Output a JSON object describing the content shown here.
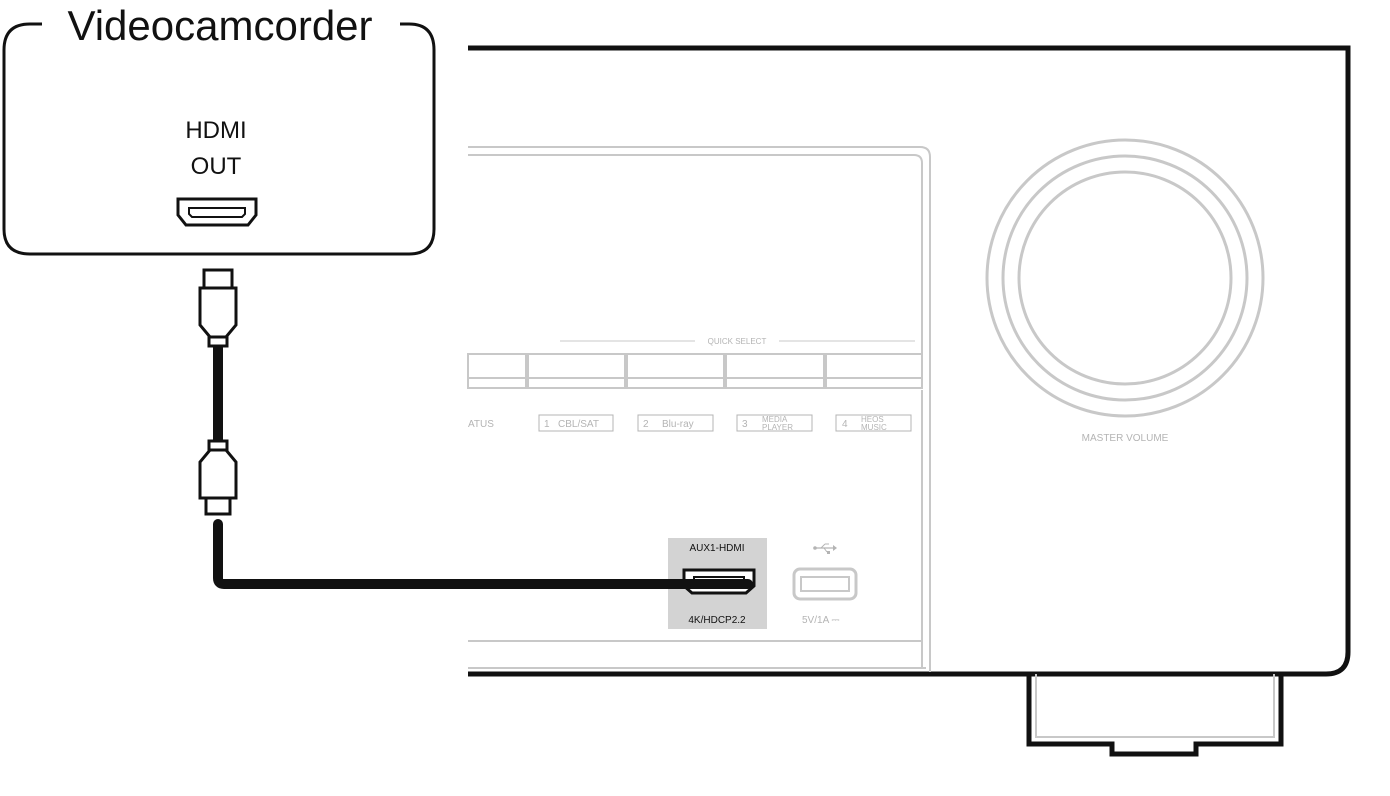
{
  "device": {
    "title": "Videocamcorder",
    "port_line1": "HDMI",
    "port_line2": "OUT"
  },
  "receiver": {
    "quick_select_label": "QUICK SELECT",
    "status_label": "ATUS",
    "quick_buttons": [
      {
        "num": "1",
        "label": "CBL/SAT",
        "line2": ""
      },
      {
        "num": "2",
        "label": "Blu-ray",
        "line2": ""
      },
      {
        "num": "3",
        "label": "MEDIA",
        "line2": "PLAYER"
      },
      {
        "num": "4",
        "label": "HEOS",
        "line2": "MUSIC"
      }
    ],
    "master_volume_label": "MASTER VOLUME",
    "aux_label_top": "AUX1-HDMI",
    "aux_label_bottom": "4K/HDCP2.2",
    "usb_rating": "5V/1A ⎓",
    "usb_symbol": "usb-icon"
  },
  "colors": {
    "outline": "#111111",
    "panel_gray": "#c8c8c8",
    "aux_highlight": "#d3d3d3"
  }
}
